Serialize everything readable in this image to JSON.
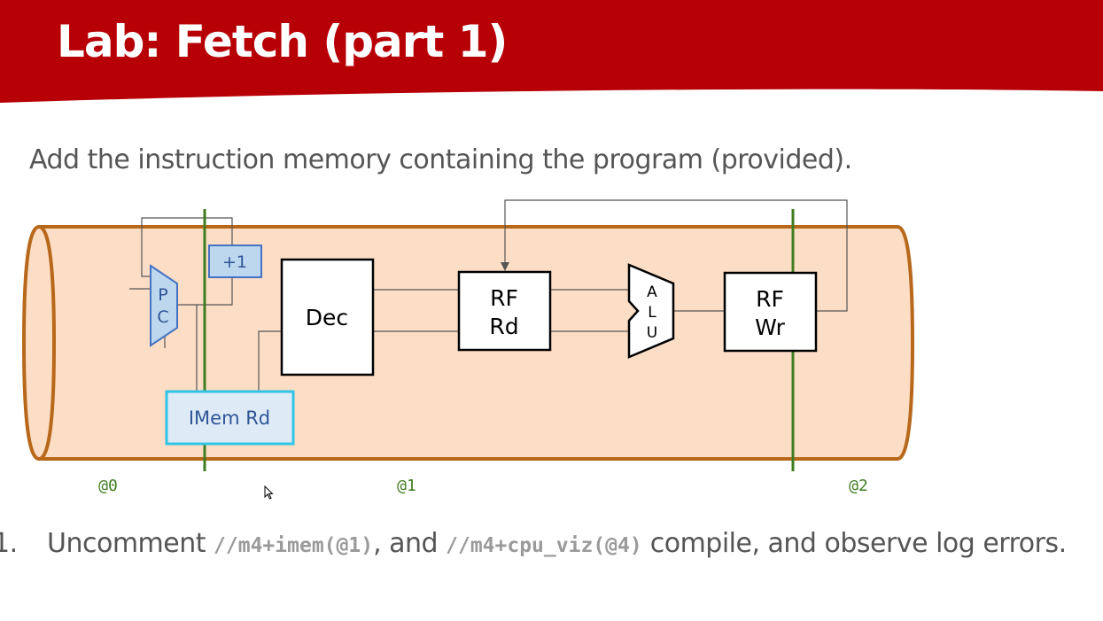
{
  "slide": {
    "title": "Lab: Fetch (part 1)",
    "subtitle": "Add the instruction memory containing the program (provided).",
    "header_color": "#B70006"
  },
  "diagram": {
    "pc_letters": [
      "P",
      "C"
    ],
    "increment_label": "+1",
    "imem_label": "IMem Rd",
    "dec_label": "Dec",
    "rf_rd_lines": [
      "RF",
      "Rd"
    ],
    "alu_letters": [
      "A",
      "L",
      "U"
    ],
    "rf_wr_lines": [
      "RF",
      "Wr"
    ],
    "stages": [
      "@0",
      "@1",
      "@2"
    ],
    "colors": {
      "pipe_fill": "#FCDDC6",
      "pipe_outline": "#B8681A",
      "stage_line": "#3F7D20",
      "pc_fill": "#BDD7EE",
      "pc_stroke": "#4472C4",
      "imem_fill": "#DEEBF7",
      "imem_stroke": "#32C4E6"
    }
  },
  "instruction": {
    "number": "1.",
    "t1": "Uncomment ",
    "code1": "//m4+imem(@1)",
    "t2": ", and ",
    "code2": "//m4+cpu_viz(@4)",
    "t3": " compile, and observe log errors."
  }
}
